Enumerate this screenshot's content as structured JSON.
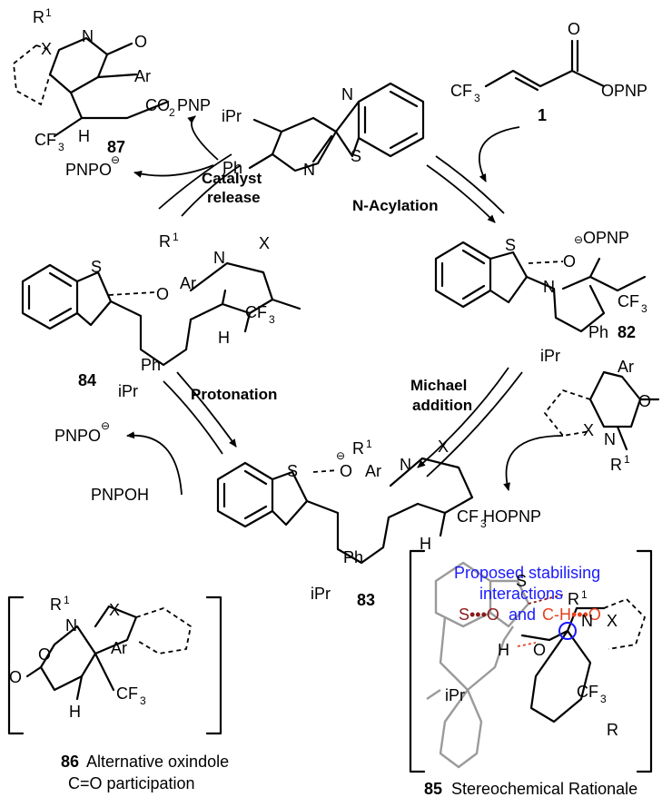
{
  "structures": {
    "s1": {
      "num": "1",
      "left_a": "CF",
      "left_b": "3",
      "right": "OPNP"
    },
    "catalyst": {
      "ipr": "iPr",
      "ph": "Ph",
      "n": "N",
      "s": "S"
    },
    "s87": {
      "num": "87",
      "r": "R",
      "r_sup": "1",
      "n": "N",
      "o": "O",
      "x": "X",
      "ar": "Ar",
      "cf3_a": "CF",
      "cf3_b": "3",
      "co2pnp_a": "CO",
      "co2pnp_b": "2",
      "co2pnp_c": "PNP",
      "h": "H"
    },
    "s82": {
      "num": "82",
      "opnp": "OPNP",
      "s": "S",
      "o": "O",
      "n": "N",
      "cf3_a": "CF",
      "cf3_b": "3",
      "ph": "Ph",
      "ipr": "iPr"
    },
    "s84": {
      "num": "84",
      "s": "S",
      "o": "O",
      "ar": "Ar",
      "x": "X",
      "r": "R",
      "r_sup": "1",
      "n": "N",
      "cf3_a": "CF",
      "cf3_b": "3",
      "h": "H",
      "ph": "Ph",
      "ipr": "iPr"
    },
    "s83": {
      "num": "83",
      "s": "S",
      "o": "O",
      "ar": "Ar",
      "x": "X",
      "r": "R",
      "r_sup": "1",
      "n": "N",
      "cf3_a": "CF",
      "cf3_b": "3",
      "h": "H",
      "ph": "Ph",
      "ipr": "iPr"
    },
    "oxindole": {
      "ar": "Ar",
      "x": "X",
      "n": "N",
      "r": "R",
      "r_sup": "1",
      "o": "O"
    },
    "s86": {
      "num": "86",
      "caption_a": "Alternative oxindole",
      "caption_b": "C=O participation",
      "r": "R",
      "r_sup": "1",
      "n": "N",
      "x": "X",
      "o": "O",
      "ar": "Ar",
      "cf3_a": "CF",
      "cf3_b": "3",
      "h": "H"
    },
    "s85": {
      "num": "85",
      "caption": "Stereochemical Rationale",
      "title_a": "Proposed stabilising",
      "title_b": "interactions",
      "s_o": "S•••O",
      "and": "and",
      "c_h_o": "C-H•••O",
      "ipr": "iPr",
      "cf3": "CF",
      "cf3_sub": "3",
      "r": "R",
      "r_sup": "1",
      "n": "N",
      "x": "X",
      "h": "H",
      "o": "O",
      "s": "S"
    }
  },
  "steps": {
    "acylation": "N-Acylation",
    "release_a": "Catalyst",
    "release_b": "release",
    "michael_a": "Michael",
    "michael_b": "addition",
    "protonation": "Protonation"
  },
  "species": {
    "pnpo_top": "PNPO",
    "pnpo_left": "PNPO",
    "pnpoh": "PNPOH",
    "hopnp": "HOPNP"
  },
  "colors": {
    "interaction_blue": "#1a1aff",
    "interaction_red": "#e8401c",
    "interaction_dark_red": "#8b1a1a",
    "stereo_gray": "#9a9a9a"
  }
}
